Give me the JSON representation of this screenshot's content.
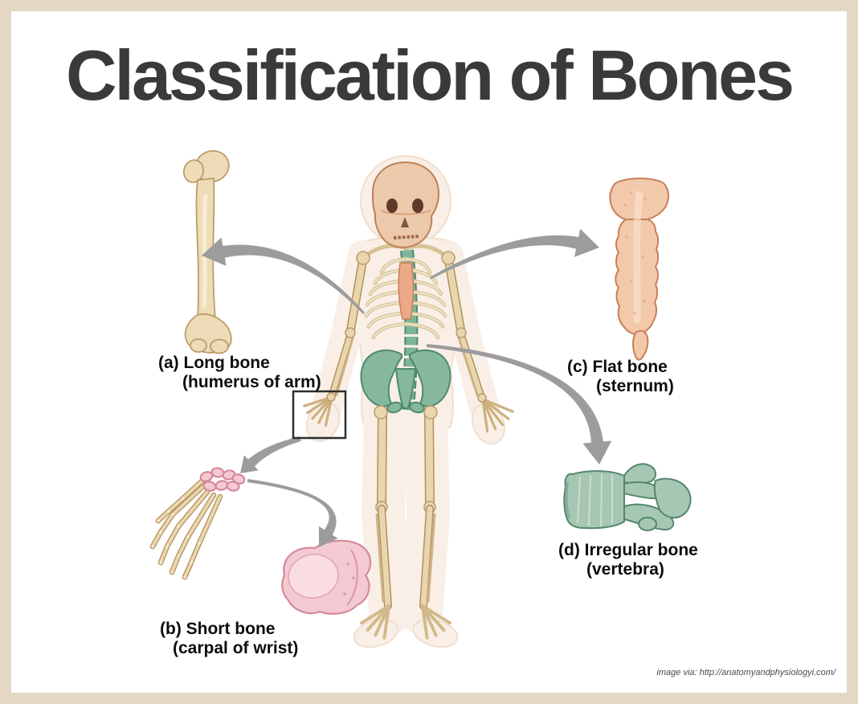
{
  "title": "Classification of Bones",
  "credit": "image via: http://anatomyandphysiologyi.com/",
  "bones": {
    "a": {
      "label": "(a) Long bone",
      "sublabel": "(humerus of arm)"
    },
    "b": {
      "label": "(b) Short bone",
      "sublabel": "(carpal of wrist)"
    },
    "c": {
      "label": "(c) Flat bone",
      "sublabel": "(sternum)"
    },
    "d": {
      "label": "(d) Irregular bone",
      "sublabel": "(vertebra)"
    }
  },
  "illustrations": {
    "skeleton": "human-skeleton-front-view",
    "a": "humerus-long-bone",
    "b": "hand-skeleton-with-enlarged-carpal",
    "c": "sternum-flat-bone",
    "d": "vertebra-irregular-bone"
  },
  "colors": {
    "frame": "#e4d8c4",
    "bg": "#ffffff",
    "title_text": "#3a3a3a",
    "label_text": "#0d0d0d",
    "credit_text": "#4a4a4a",
    "arrow": "#9c9c9c",
    "bone_cream": "#eedcb8",
    "bone_outline": "#bd9c69",
    "sternum_fill": "#f2c9ab",
    "sternum_outline": "#c98057",
    "pink_fill": "#f4cad2",
    "pink_outline": "#d5899a",
    "teal_fill": "#a6c7b3",
    "teal_outline": "#55876e",
    "spine_fill": "#7db49a",
    "spine_outline": "#4e8a70",
    "skull_fill": "#ecc9ab",
    "skull_outline": "#bf8055",
    "silhouette": "#f9efe7",
    "sil_outline": "#f2decd"
  }
}
